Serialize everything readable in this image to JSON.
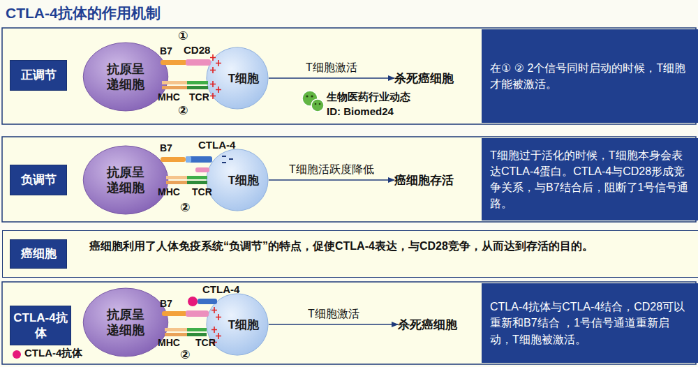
{
  "diagram": {
    "title": "CTLA-4抗体的作用机制",
    "nodes": [
      {
        "text": [
          "正调节"
        ]
      },
      {
        "text": [
          "抗原呈递细胞"
        ]
      },
      {
        "text": [
          "T细胞"
        ]
      },
      {
        "text": [
          "杀死癌细胞"
        ]
      },
      {
        "text": [
          "在① ② 2个信号同时启动的时候，T细胞才能被激活。"
        ]
      },
      {
        "text": [
          "负调节"
        ]
      },
      {
        "text": [
          "抗原呈递细胞"
        ]
      },
      {
        "text": [
          "T细胞"
        ]
      },
      {
        "text": [
          "癌细胞存活"
        ]
      },
      {
        "text": [
          "T细胞过于活化的时候，T细胞本身会表达CTLA-4蛋白。CTLA-4与CD28形成竞争关系，与B7结合后，阻断了1号信号通路。"
        ]
      },
      {
        "text": [
          "癌细胞利用了人体免疫系统“负调节”的特点，促使CTLA-4表达，与CD28竞争，从而达到存活的目的。"
        ]
      },
      {
        "text": [
          "癌细胞"
        ],
        "in": 10
      },
      {
        "text": [
          "CTLA-4抗体"
        ]
      },
      {
        "text": [
          "抗原呈递细胞"
        ]
      },
      {
        "text": [
          "T细胞"
        ]
      },
      {
        "text": [
          "杀死癌细胞"
        ]
      },
      {
        "text": [
          "CTLA-4抗体与CTLA-4结合，CD28可以重新和B7结合 ，1号信号通道重新启动，T细胞被激活。"
        ]
      }
    ],
    "edges": [
      {
        "from": 2,
        "to": 3,
        "arrow": "to",
        "label": "T细胞激活"
      },
      {
        "from": 7,
        "to": 8,
        "arrow": "to",
        "label": "T细胞活跃度降低"
      },
      {
        "from": 14,
        "to": 15,
        "arrow": "to",
        "label": "T细胞激活"
      }
    ],
    "labels": [
      "①",
      "B7",
      "CD28",
      "MHC",
      "TCR",
      "②",
      "生物医药行业动态",
      "ID: Biomed24",
      "B7",
      "CTLA-4",
      "MHC",
      "TCR",
      "②",
      "CTLA-4",
      "B7",
      "MHC",
      "TCR",
      "②"
    ],
    "legend": [
      {
        "text": "CTLA-4抗体",
        "color": "#e6197a"
      }
    ]
  }
}
